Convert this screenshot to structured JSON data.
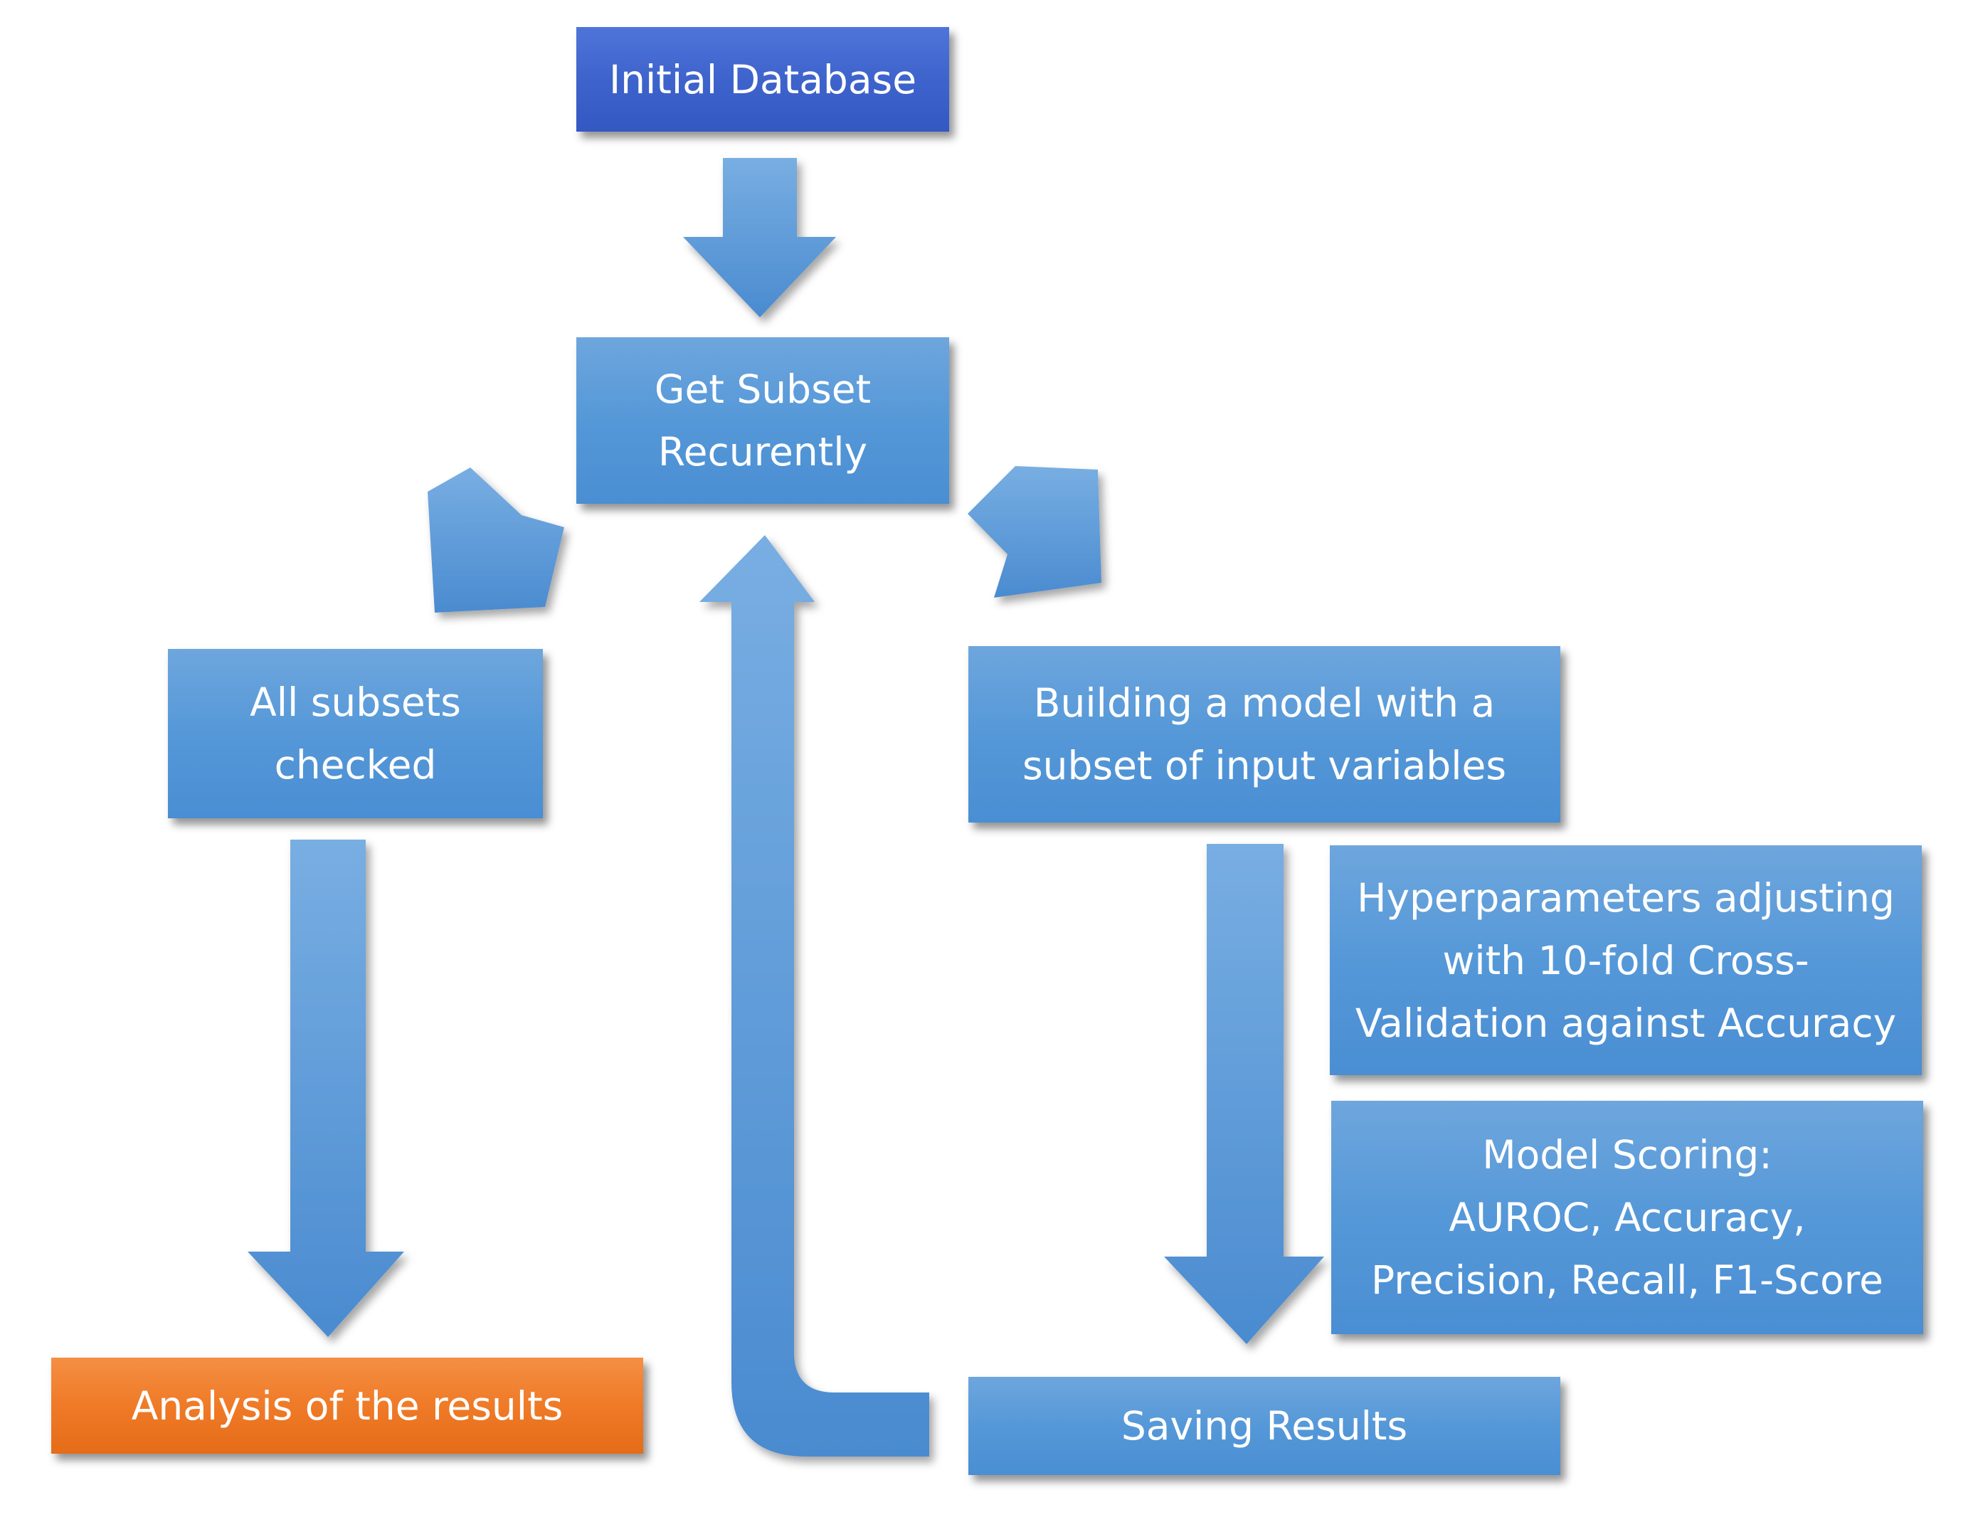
{
  "nodes": {
    "initial_database": {
      "lines": [
        "Initial Database"
      ]
    },
    "get_subset": {
      "lines": [
        "Get Subset",
        "Recurently"
      ]
    },
    "all_subsets_checked": {
      "lines": [
        "All subsets",
        "checked"
      ]
    },
    "building_model": {
      "lines": [
        "Building a model with a",
        "subset of input variables"
      ]
    },
    "hyperparameters": {
      "lines": [
        "Hyperparameters adjusting",
        "with 10-fold Cross-",
        "Validation against Accuracy"
      ]
    },
    "model_scoring": {
      "lines": [
        "Model Scoring:",
        "AUROC, Accuracy,",
        "Precision, Recall, F1-Score"
      ]
    },
    "analysis": {
      "lines": [
        "Analysis of the results"
      ]
    },
    "saving_results": {
      "lines": [
        "Saving Results"
      ]
    }
  },
  "colors": {
    "box_blue": "#5598d8",
    "box_dark_blue": "#3e63cc",
    "box_orange": "#ef7a27",
    "arrow_light": "#78aee2",
    "arrow_dark": "#4a8bd0",
    "text": "#ffffff"
  }
}
